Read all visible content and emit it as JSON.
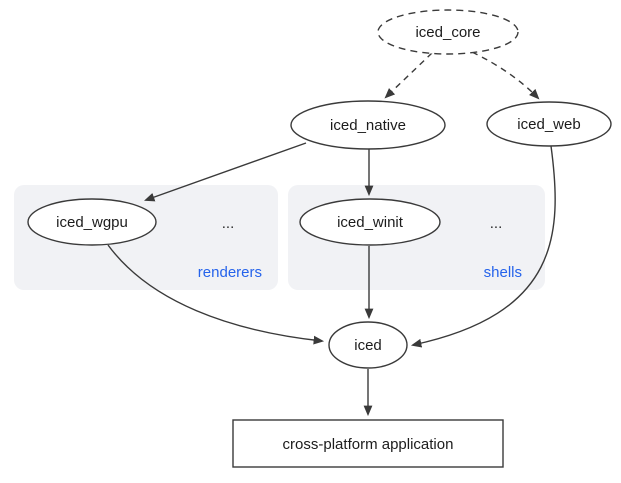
{
  "diagram": {
    "nodes": {
      "iced_core": {
        "label": "iced_core"
      },
      "iced_native": {
        "label": "iced_native"
      },
      "iced_web": {
        "label": "iced_web"
      },
      "iced_wgpu": {
        "label": "iced_wgpu"
      },
      "iced_winit": {
        "label": "iced_winit"
      },
      "iced": {
        "label": "iced"
      },
      "application": {
        "label": "cross-platform application"
      }
    },
    "groups": {
      "renderers": {
        "label": "renderers",
        "ellipsis": "..."
      },
      "shells": {
        "label": "shells",
        "ellipsis": "..."
      }
    },
    "colors": {
      "group_label": "#2563eb",
      "group_background": "#f1f2f5",
      "node_stroke": "#3a3a3a",
      "edge": "#3a3a3a",
      "background": "#ffffff"
    }
  }
}
